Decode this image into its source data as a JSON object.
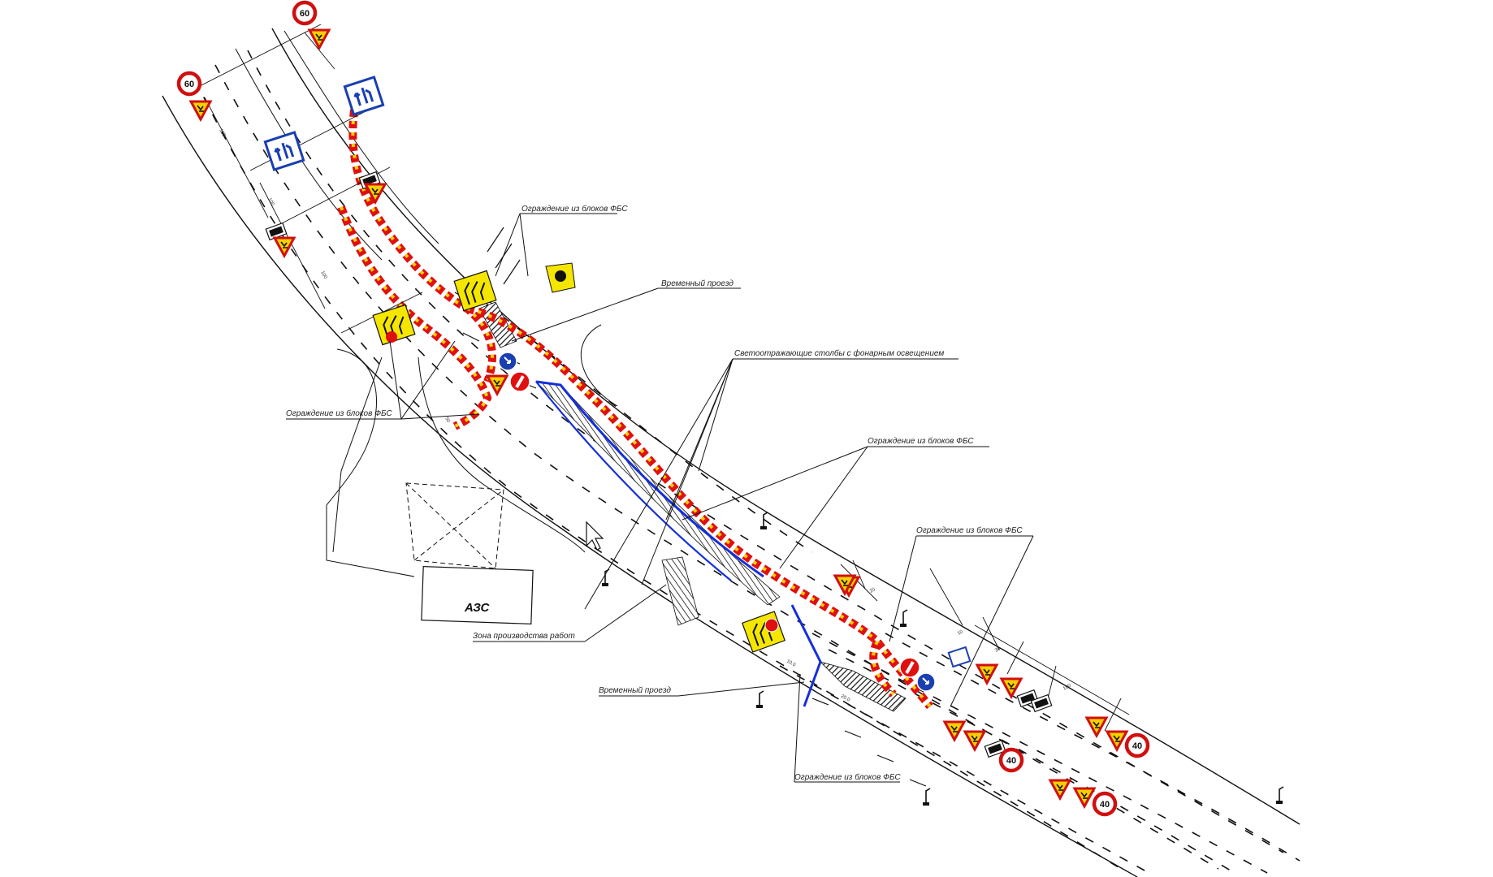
{
  "labels": {
    "fbs_1": "Ограждение из блоков ФБС",
    "temp_pass_1": "Временный проезд",
    "reflective_posts": "Светоотражающие столбы с фонарным освещением",
    "fbs_2": "Ограждение из блоков ФБС",
    "fbs_3": "Ограждение из блоков ФБС",
    "fbs_4": "Ограждение из блоков ФБС",
    "work_zone": "Зона производства работ",
    "temp_pass_2": "Временный проезд",
    "fbs_5": "Ограждение из блоков ФБС",
    "gas_station": "АЗС"
  },
  "signs": {
    "speed_top_1": "60",
    "speed_top_2": "60",
    "speed_right_1": "40",
    "speed_right_2": "40",
    "speed_right_3": "40"
  },
  "icons": {
    "no_entry": "no-entry-sign-icon",
    "keep_right": "keep-right-sign-icon",
    "roadworks": "roadworks-triangle-icon",
    "detour": "detour-board-icon",
    "lamp": "street-lamp-icon"
  },
  "colors": {
    "barrier_red": "#e01010",
    "barrier_yellow": "#f5d000",
    "sign_yellow": "#f5e600",
    "sign_blue": "#1a3fb0",
    "temp_pass_blue": "#1530d8",
    "hatch": "#111111"
  }
}
